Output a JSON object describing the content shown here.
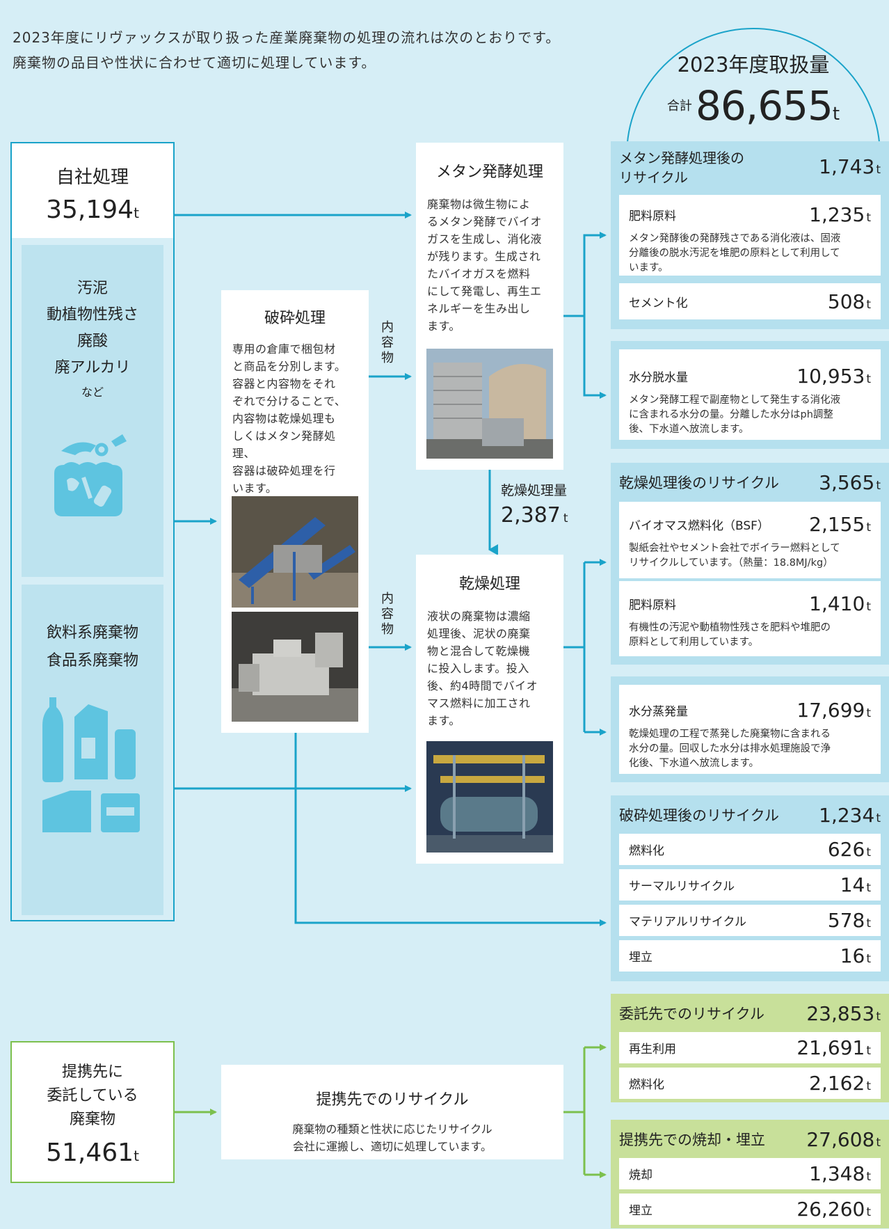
{
  "intro": {
    "line1": "2023年度にリヴァックスが取り扱った産業廃棄物の処理の流れは次のとおりです。",
    "line2": "廃棄物の品目や性状に合わせて適切に処理しています。"
  },
  "total": {
    "title": "2023年度取扱量",
    "sum_label": "合計",
    "value": "86,655",
    "unit": "t"
  },
  "self_processing": {
    "title": "自社処理",
    "value": "35,194",
    "unit": "t",
    "group1": [
      "汚泥",
      "動植物性残さ",
      "廃酸",
      "廃アルカリ"
    ],
    "group1_suffix": "など",
    "group2": [
      "飲料系廃棄物",
      "食品系廃棄物"
    ]
  },
  "crushing": {
    "title": "破砕処理",
    "text": [
      "専用の倉庫で梱包材",
      "と商品を分別します。",
      "容器と内容物をそれ",
      "ぞれで分けることで、",
      "内容物は乾燥処理も",
      "しくはメタン発酵処理、",
      "容器は破砕処理を行",
      "います。"
    ]
  },
  "contents_label": "内容物",
  "methane": {
    "title": "メタン発酵処理",
    "text": [
      "廃棄物は微生物によ",
      "るメタン発酵でバイオ",
      "ガスを生成し、消化液",
      "が残ります。生成され",
      "たバイオガスを燃料",
      "にして発電し、再生エ",
      "ネルギーを生み出し",
      "ます。"
    ]
  },
  "drying_amount": {
    "label": "乾燥処理量",
    "value": "2,387",
    "unit": "t"
  },
  "drying": {
    "title": "乾燥処理",
    "text": [
      "液状の廃棄物は濃縮",
      "処理後、泥状の廃棄",
      "物と混合して乾燥機",
      "に投入します。投入",
      "後、約4時間でバイオ",
      "マス燃料に加工され",
      "ます。"
    ]
  },
  "methane_recycle": {
    "title": "メタン発酵処理後の",
    "title2": "リサイクル",
    "value": "1,743",
    "unit": "t",
    "items": [
      {
        "name": "肥料原料",
        "value": "1,235",
        "unit": "t",
        "desc": [
          "メタン発酵後の発酵残さである消化液は、固液",
          "分離後の脱水汚泥を堆肥の原料として利用して",
          "います。"
        ]
      },
      {
        "name": "セメント化",
        "value": "508",
        "unit": "t"
      }
    ]
  },
  "dewater": {
    "name": "水分脱水量",
    "value": "10,953",
    "unit": "t",
    "desc": [
      "メタン発酵工程で副産物として発生する消化液",
      "に含まれる水分の量。分離した水分はph調整",
      "後、下水道へ放流します。"
    ]
  },
  "drying_recycle": {
    "title": "乾燥処理後のリサイクル",
    "value": "3,565",
    "unit": "t",
    "items": [
      {
        "name": "バイオマス燃料化（BSF）",
        "value": "2,155",
        "unit": "t",
        "desc": [
          "製紙会社やセメント会社でボイラー燃料として",
          "リサイクルしています。（熱量：18.8MJ/kg）"
        ]
      },
      {
        "name": "肥料原料",
        "value": "1,410",
        "unit": "t",
        "desc": [
          "有機性の汚泥や動植物性残さを肥料や堆肥の",
          "原料として利用しています。"
        ]
      }
    ]
  },
  "evaporation": {
    "name": "水分蒸発量",
    "value": "17,699",
    "unit": "t",
    "desc": [
      "乾燥処理の工程で蒸発した廃棄物に含まれる",
      "水分の量。回収した水分は排水処理施設で浄",
      "化後、下水道へ放流します。"
    ]
  },
  "crushing_recycle": {
    "title": "破砕処理後のリサイクル",
    "value": "1,234",
    "unit": "t",
    "items": [
      {
        "name": "燃料化",
        "value": "626",
        "unit": "t"
      },
      {
        "name": "サーマルリサイクル",
        "value": "14",
        "unit": "t"
      },
      {
        "name": "マテリアルリサイクル",
        "value": "578",
        "unit": "t"
      },
      {
        "name": "埋立",
        "value": "16",
        "unit": "t"
      }
    ]
  },
  "partner": {
    "title": [
      "提携先に",
      "委託している",
      "廃棄物"
    ],
    "value": "51,461",
    "unit": "t"
  },
  "partner_recycle_box": {
    "title": "提携先でのリサイクル",
    "text": [
      "廃棄物の種類と性状に応じたリサイクル",
      "会社に運搬し、適切に処理しています。"
    ]
  },
  "outsourced_recycle": {
    "title": "委託先でのリサイクル",
    "value": "23,853",
    "unit": "t",
    "items": [
      {
        "name": "再生利用",
        "value": "21,691",
        "unit": "t"
      },
      {
        "name": "燃料化",
        "value": "2,162",
        "unit": "t"
      }
    ]
  },
  "partner_incineration": {
    "title": "提携先での焼却・埋立",
    "value": "27,608",
    "unit": "t",
    "items": [
      {
        "name": "焼却",
        "value": "1,348",
        "unit": "t"
      },
      {
        "name": "埋立",
        "value": "26,260",
        "unit": "t"
      }
    ]
  },
  "colors": {
    "blue": "#1aa3c9",
    "green": "#7cc04d",
    "bg": "#d6eef6"
  }
}
